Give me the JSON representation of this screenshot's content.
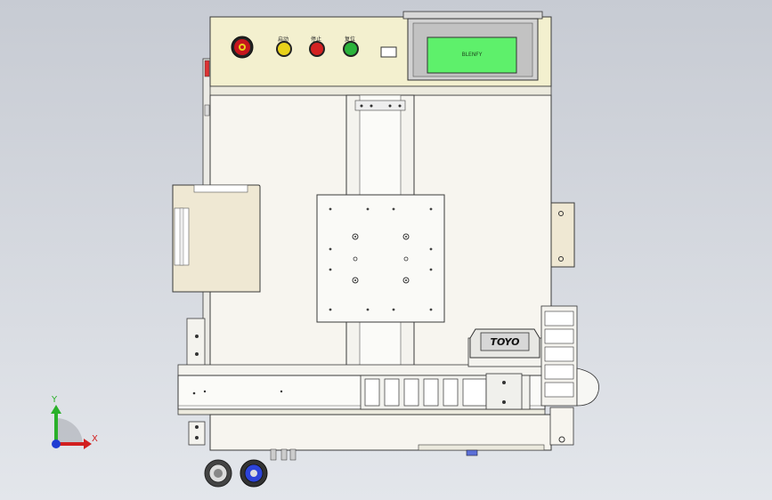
{
  "control_panel": {
    "buttons": [
      {
        "label": "",
        "color": "#c6161d",
        "kind": "emergency-stop"
      },
      {
        "label": "启动",
        "color": "#e8d21a",
        "kind": "start"
      },
      {
        "label": "停止",
        "color": "#d42222",
        "kind": "stop"
      },
      {
        "label": "复位",
        "color": "#2bb33b",
        "kind": "reset"
      }
    ],
    "hmi_screen_text": "BLENFY",
    "hmi_screen_color": "#5ef06b",
    "panel_color": "#f3f0cf"
  },
  "carriage": {
    "brand": "TOYO",
    "brand_color": "#d7d7d7"
  },
  "axis_triad": {
    "x_label": "X",
    "y_label": "Y",
    "x_color": "#d21f1f",
    "y_color": "#2ab02a",
    "z_color": "#1f3bd2"
  },
  "colors": {
    "body": "#f7f5ef",
    "outline": "#3a3a3a",
    "door": "#efe8d3",
    "background_top": "#c7cbd3",
    "background_bottom": "#e3e6eb"
  }
}
